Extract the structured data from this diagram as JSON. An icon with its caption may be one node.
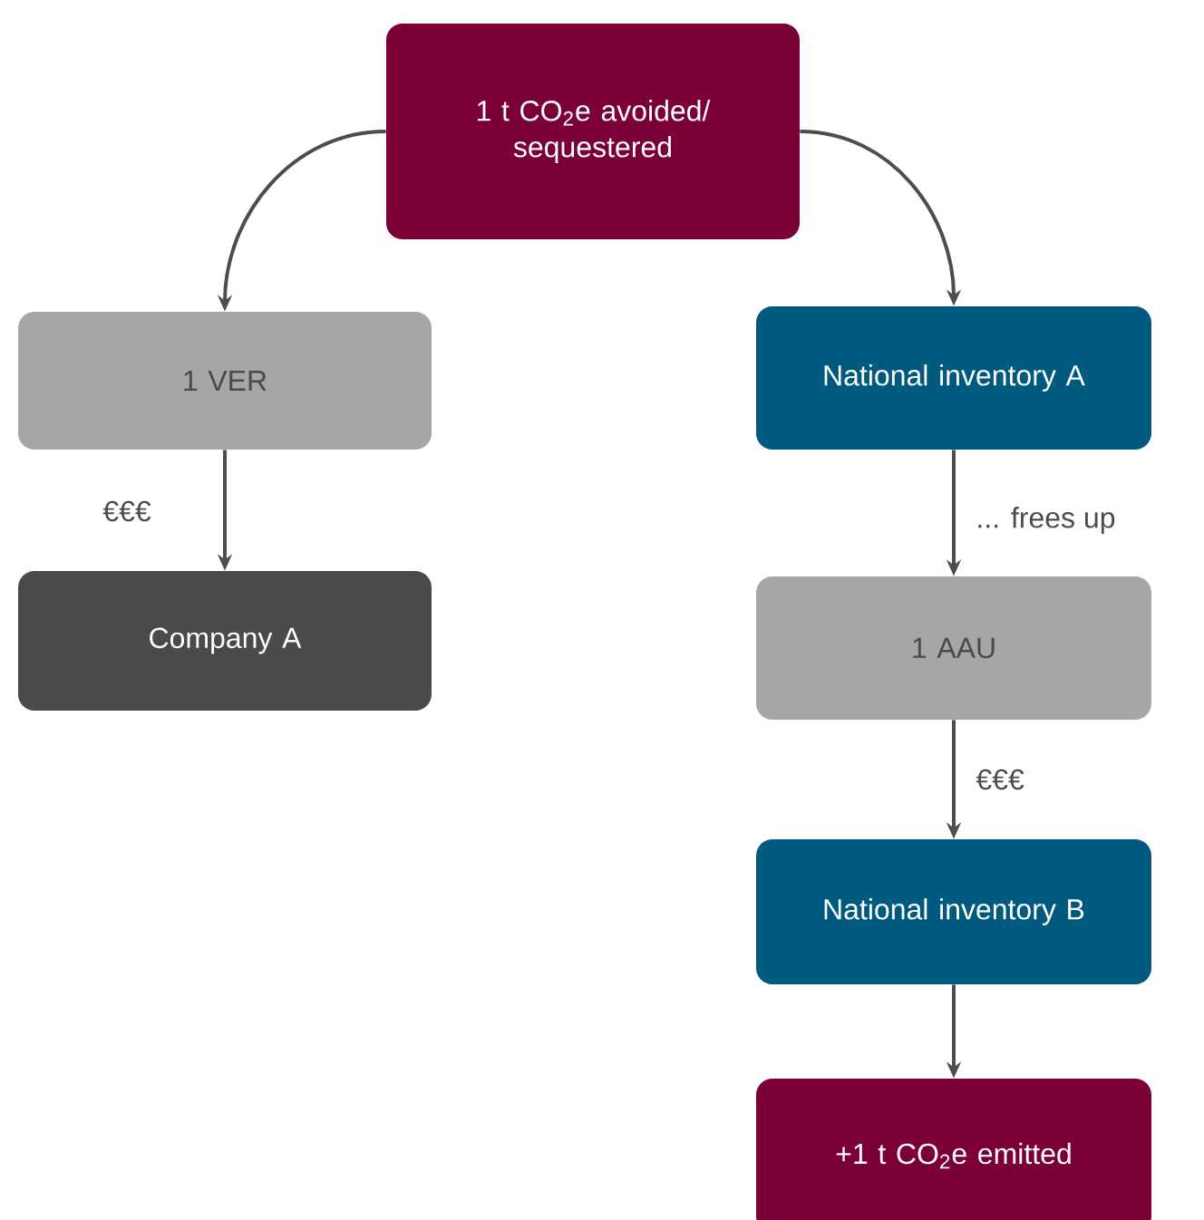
{
  "diagram": {
    "nodes": [
      {
        "text": [
          "1 t CO$_{2}$e avoided/ sequestered"
        ]
      },
      {
        "text": [
          "1 VER"
        ]
      },
      {
        "text": [
          "Company A"
        ]
      },
      {
        "text": [
          "National inventory A"
        ]
      },
      {
        "text": [
          "1 AAU"
        ]
      },
      {
        "text": [
          "National inventory B"
        ]
      },
      {
        "text": [
          "+1 t CO$_{2}$e emitted"
        ]
      }
    ],
    "edges": [
      {
        "from": 0,
        "to": 1,
        "arrow": "to"
      },
      {
        "from": 0,
        "to": 3,
        "arrow": "to"
      },
      {
        "from": 1,
        "to": 2,
        "arrow": "to",
        "label": "€€€"
      },
      {
        "from": 3,
        "to": 4,
        "arrow": "to",
        "label": "... frees up"
      },
      {
        "from": 4,
        "to": 5,
        "arrow": "to",
        "label": "€€€"
      },
      {
        "from": 5,
        "to": 6,
        "arrow": "to"
      }
    ]
  }
}
